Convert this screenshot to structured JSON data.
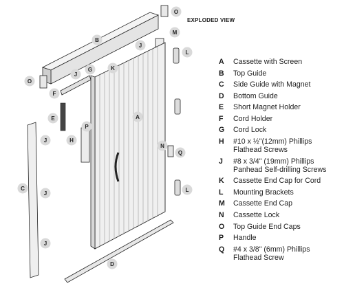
{
  "title": "EXPLODED VIEW",
  "callouts": [
    "O",
    "B",
    "M",
    "J",
    "L",
    "O",
    "J",
    "G",
    "K",
    "E",
    "F",
    "P",
    "H",
    "A",
    "J",
    "N",
    "Q",
    "C",
    "J",
    "L",
    "D",
    "J"
  ],
  "legend": [
    {
      "letter": "A",
      "text": "Cassette with Screen"
    },
    {
      "letter": "B",
      "text": "Top Guide"
    },
    {
      "letter": "C",
      "text": "Side Guide with Magnet"
    },
    {
      "letter": "D",
      "text": "Bottom Guide"
    },
    {
      "letter": "E",
      "text": "Short Magnet Holder"
    },
    {
      "letter": "F",
      "text": "Cord Holder"
    },
    {
      "letter": "G",
      "text": "Cord Lock"
    },
    {
      "letter": "H",
      "text": "#10 x ½\"(12mm) Phillips\nFlathead Screws"
    },
    {
      "letter": "J",
      "text": "#8 x 3/4\" (19mm) Phillips\nPanhead Self-drilling Screws"
    },
    {
      "letter": "K",
      "text": "Cassette End Cap for Cord"
    },
    {
      "letter": "L",
      "text": "Mounting Brackets"
    },
    {
      "letter": "M",
      "text": "Cassette End Cap"
    },
    {
      "letter": "N",
      "text": "Cassette Lock"
    },
    {
      "letter": "O",
      "text": "Top Guide End Caps"
    },
    {
      "letter": "P",
      "text": "Handle"
    },
    {
      "letter": "Q",
      "text": "#4 x 3/8\" (6mm) Phillips\nFlathead Screw"
    }
  ]
}
